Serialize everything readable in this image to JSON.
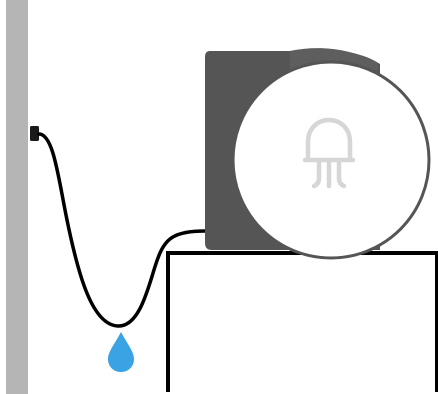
{
  "diagram": {
    "icons": {
      "wall": "wall-panel",
      "outlet": "power-outlet-icon",
      "cable": "power-cable",
      "drip": "water-drop-icon",
      "device": "device-housing",
      "lens": "device-lens",
      "emblem": "jellyfish-logo-icon",
      "shelf": "shelf-table"
    },
    "colors": {
      "wall": "#b5b5b5",
      "outlet": "#1a1a1a",
      "cable": "#000000",
      "drop": "#3aa3e3",
      "device_body": "#555555",
      "device_top": "#5e5e5e",
      "lens_fill": "#ffffff",
      "emblem": "#d6d6d6",
      "shelf": "#000000",
      "background": "#ffffff"
    }
  }
}
